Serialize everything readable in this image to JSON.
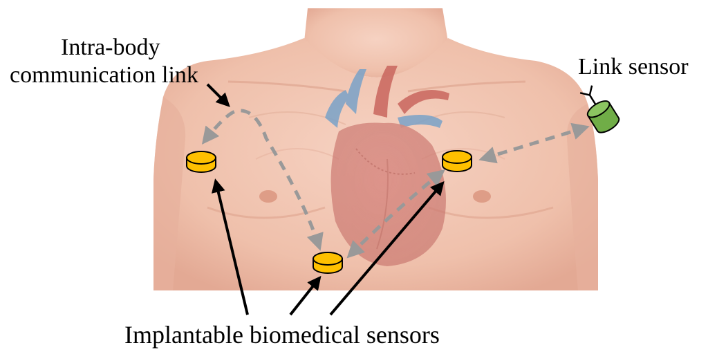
{
  "labels": {
    "intra_body_line1": "Intra-body",
    "intra_body_line2": "communication link",
    "link_sensor": "Link sensor",
    "implantable_sensors": "Implantable biomedical sensors"
  },
  "colors": {
    "skin": "#f2c6b2",
    "skin_shadow": "#e3a994",
    "heart": "#c8736e",
    "vessel_blue": "#7aa2c8",
    "vessel_red": "#c9665e",
    "sensor_fill": "#ffc000",
    "sensor_stroke": "#000000",
    "link_sensor_fill": "#70ad47",
    "dashed_arrow": "#999999",
    "solid_arrow": "#000000"
  },
  "icons": {
    "implant_sensor": "disc-sensor-icon",
    "link_sensor": "antenna-sensor-icon"
  }
}
